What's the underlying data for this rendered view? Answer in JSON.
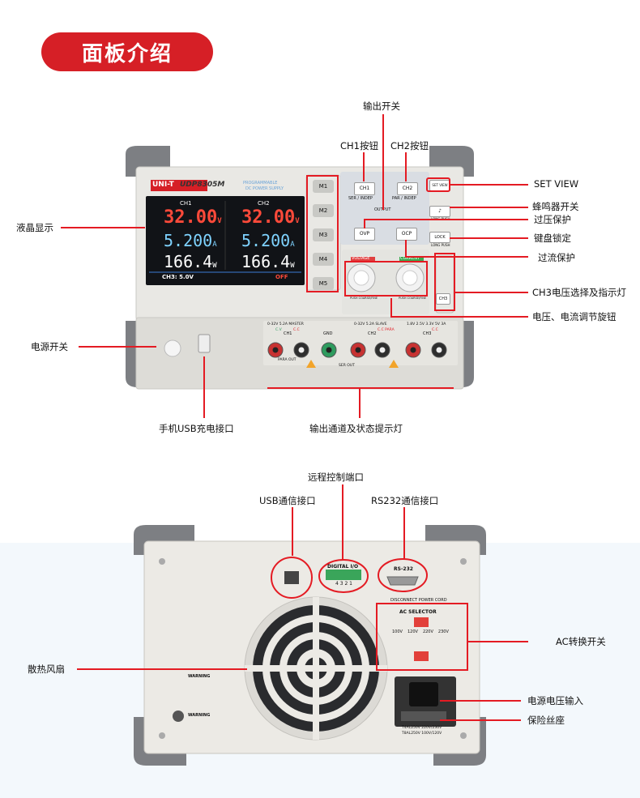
{
  "page": {
    "title": "面板介绍"
  },
  "front": {
    "brand": "UNI-T",
    "model": "UDP8305M",
    "product_line": "PROGRAMMABLE",
    "product_sub": "DC POWER SUPPLY",
    "ch1_label": "CH1",
    "ch2_label": "CH2",
    "ch1_voltage": "32.00",
    "ch2_voltage": "32.00",
    "ch1_current": "5.200",
    "ch2_current": "5.200",
    "ch1_power": "166.4",
    "ch2_power": "166.4",
    "unit_v": "V",
    "unit_a": "A",
    "unit_w": "W",
    "ch3_status": "CH3: 5.0V",
    "off_text": "OFF",
    "memory_buttons": [
      "M1",
      "M2",
      "M3",
      "M4",
      "M5"
    ],
    "btn_ch1": "CH1",
    "btn_ch2": "CH2",
    "ser_indep": "SER / INDEP",
    "par_indep": "PAR / INDEP",
    "output_label": "OUTPUT",
    "btn_ovp": "OVP",
    "btn_ocp": "OCP",
    "btn_set_view": "SET VIEW",
    "btn_lock": "LOCK",
    "long_push": "LONG PUSH",
    "voltage_tag": "VOLTAGE",
    "current_tag": "CURRENT",
    "push_coarse_fine": "PUSH COARSE/FINE",
    "btn_ch3": "CH3",
    "ch1_spec": "0-32V  5.2A MASTER",
    "ch2_spec": "0-32V  5.2A SLAVE",
    "ch3_spec": "1.8V 2.5V 3.3V 5V 3A",
    "cv": "C.V",
    "cc": "C.C",
    "cc_para": "C.C PARA",
    "gnd": "GND",
    "para_out": "PARA OUT",
    "ser_out": "SER OUT",
    "ch1_term": "CH1",
    "ch2_term": "CH2",
    "ch3_term": "CH3"
  },
  "back": {
    "digital_io": "DIGITAL I/O",
    "pins": "4 3 2 1",
    "rs232": "RS-232",
    "disconnect": "DISCONNECT POWER CORD",
    "ac_selector": "AC SELECTOR",
    "voltages": [
      "100V",
      "120V",
      "220V",
      "230V"
    ],
    "warning": "WARNING",
    "fuse_line1": "T4AL250V  220V/230V",
    "fuse_line2": "T8AL250V  100V/120V"
  },
  "callouts": {
    "output_switch": "输出开关",
    "ch1_button": "CH1按钮",
    "ch2_button": "CH2按钮",
    "lcd": "液晶显示",
    "set_view": "SET VIEW",
    "buzzer": "蜂鸣器开关",
    "ovp": "过压保护",
    "lock": "键盘锁定",
    "ocp": "过流保护",
    "ch3_select": "CH3电压选择及指示灯",
    "knobs": "电压、电流调节旋钮",
    "power_switch": "电源开关",
    "usb_charge": "手机USB充电接口",
    "outputs": "输出通道及状态提示灯",
    "remote_port": "远程控制端口",
    "usb_comm": "USB通信接口",
    "rs232_comm": "RS232通信接口",
    "fan": "散热风扇",
    "ac_switch": "AC转换开关",
    "power_input": "电源电压输入",
    "fuse": "保险丝座"
  },
  "colors": {
    "accent": "#d61f26",
    "line": "#e41b23",
    "lcd_red": "#ff4a3a",
    "lcd_blue": "#7fd3ff"
  }
}
